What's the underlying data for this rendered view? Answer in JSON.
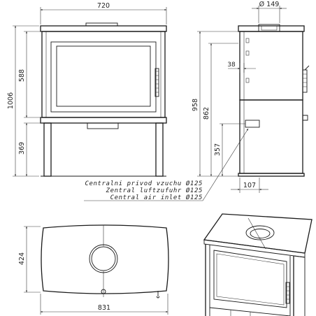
{
  "front_view": {
    "width_label": "720",
    "total_height_label": "1006",
    "door_height_label": "588",
    "leg_height_label": "369"
  },
  "side_view": {
    "flue_diameter_label": "Ø 149",
    "offset_label": "38",
    "height_958_label": "958",
    "height_862_label": "862",
    "height_357_label": "357",
    "depth_107_label": "107"
  },
  "air_inlet_note": {
    "line1": "Centralni privod vzuchu Ø125",
    "line2": "Zentral luftzufuhr Ø125",
    "line3": "Central air inlet Ø125"
  },
  "top_view": {
    "depth_label": "424",
    "width_label": "831"
  }
}
